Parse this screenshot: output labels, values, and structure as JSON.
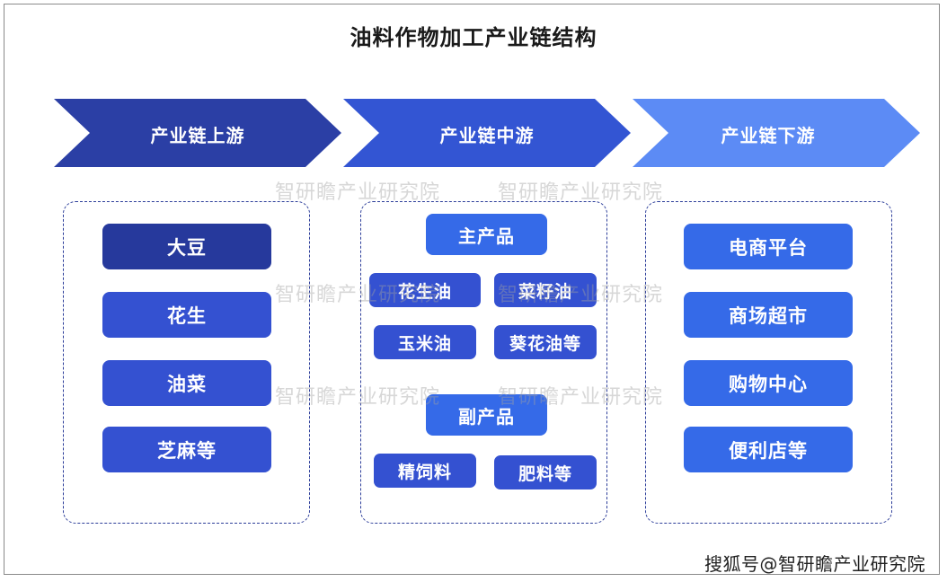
{
  "title": "油料作物加工产业链结构",
  "stages": [
    {
      "label": "产业链上游",
      "color": "#2b3fa5"
    },
    {
      "label": "产业链中游",
      "color": "#3355d3"
    },
    {
      "label": "产业链下游",
      "color": "#5c8bf5"
    }
  ],
  "upstream": [
    "大豆",
    "花生",
    "油菜",
    "芝麻等"
  ],
  "midstream": {
    "main_label": "主产品",
    "main_items": [
      "花生油",
      "菜籽油",
      "玉米油",
      "葵花油等"
    ],
    "by_label": "副产品",
    "by_items": [
      "精饲料",
      "肥料等"
    ]
  },
  "downstream": [
    "电商平台",
    "商场超市",
    "购物中心",
    "便利店等"
  ],
  "watermark": "智研瞻产业研究院",
  "source": "搜狐号@智研瞻产业研究院"
}
